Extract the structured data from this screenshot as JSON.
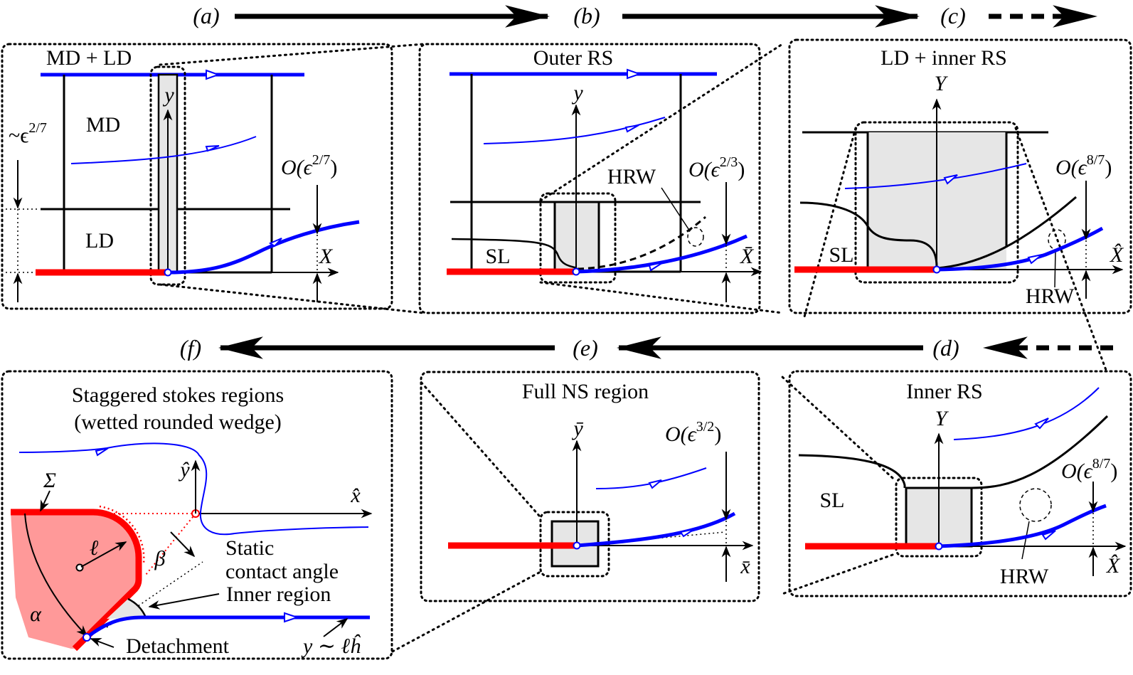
{
  "colors": {
    "wall": "#ff0000",
    "jet": "#0000ff",
    "region_fill": "#e6e6e6",
    "wedge_fill": "#ff9999"
  },
  "panels": {
    "a": {
      "label": "(a)",
      "title": "MD + LD",
      "regions": [
        "MD",
        "LD"
      ],
      "axis_y": "y",
      "axis_x": "X",
      "scale_left": "~ϵ",
      "scale_left_exp": "2/7",
      "scale_right": "O(ϵ",
      "scale_right_exp": "2/7",
      "scale_close": ")"
    },
    "b": {
      "label": "(b)",
      "title": "Outer RS",
      "regions": [
        "SL",
        "HRW"
      ],
      "axis_y": "y",
      "axis_x": "X̄",
      "scale_right": "O(ϵ",
      "scale_right_exp": "2/3",
      "scale_close": ")"
    },
    "c": {
      "label": "(c)",
      "title": "LD + inner RS",
      "regions": [
        "SL",
        "HRW"
      ],
      "axis_y": "Y",
      "axis_x": "X̂",
      "scale_right": "O(ϵ",
      "scale_right_exp": "8/7",
      "scale_close": ")"
    },
    "d": {
      "label": "(d)",
      "title": "Inner RS",
      "regions": [
        "SL",
        "HRW"
      ],
      "axis_y": "Y",
      "axis_x": "X̂",
      "scale_right": "O(ϵ",
      "scale_right_exp": "8/7",
      "scale_close": ")"
    },
    "e": {
      "label": "(e)",
      "title": "Full NS region",
      "axis_y": "ȳ",
      "axis_x": "x̄",
      "scale_right": "O(ϵ",
      "scale_right_exp": "3/2",
      "scale_close": ")"
    },
    "f": {
      "label": "(f)",
      "title_line1": "Staggered stokes regions",
      "title_line2": "(wetted rounded wedge)",
      "axis_y": "ŷ",
      "axis_x": "x̂",
      "sigma": "Σ",
      "ell": "ℓ",
      "alpha": "α",
      "beta": "β",
      "static_line1": "Static",
      "static_line2": "contact angle",
      "inner_region": "Inner region",
      "detachment": "Detachment",
      "asymptote": "y ∼ ℓĥ"
    }
  }
}
